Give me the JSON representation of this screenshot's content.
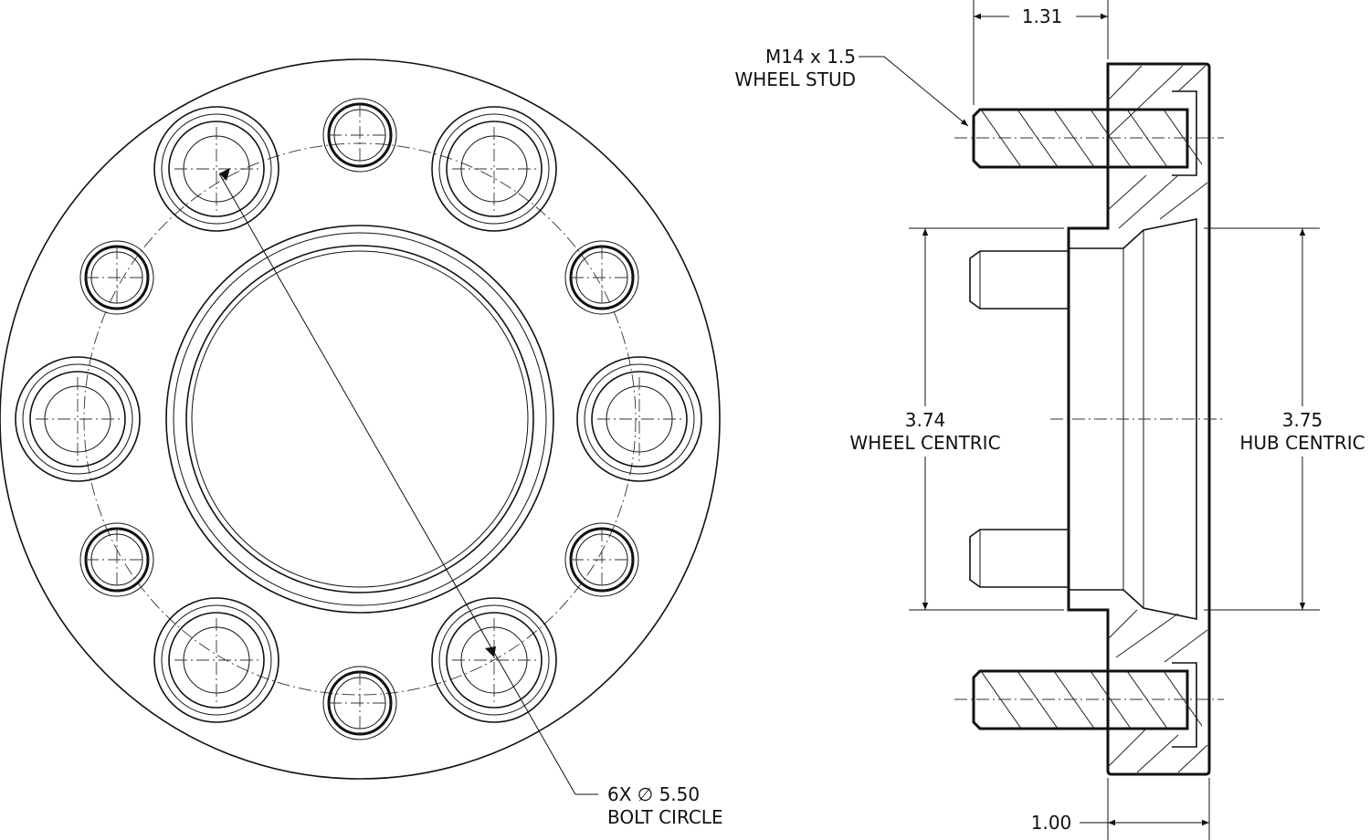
{
  "drawing": {
    "subject": "wheel spacer technical drawing",
    "views": [
      "front view",
      "side section view"
    ]
  },
  "labels": {
    "stud_line1": "M14 x 1.5",
    "stud_line2": "WHEEL STUD",
    "dim_top": "1.31",
    "dim_bottom": "1.00",
    "wheel_centric_value": "3.74",
    "wheel_centric_label": "WHEEL CENTRIC",
    "hub_centric_value": "3.75",
    "hub_centric_label": "HUB CENTRIC",
    "bolt_line1": "6X ∅ 5.50",
    "bolt_line2": "BOLT CIRCLE"
  },
  "colors": {
    "line": "#111111",
    "background": "#ffffff"
  }
}
